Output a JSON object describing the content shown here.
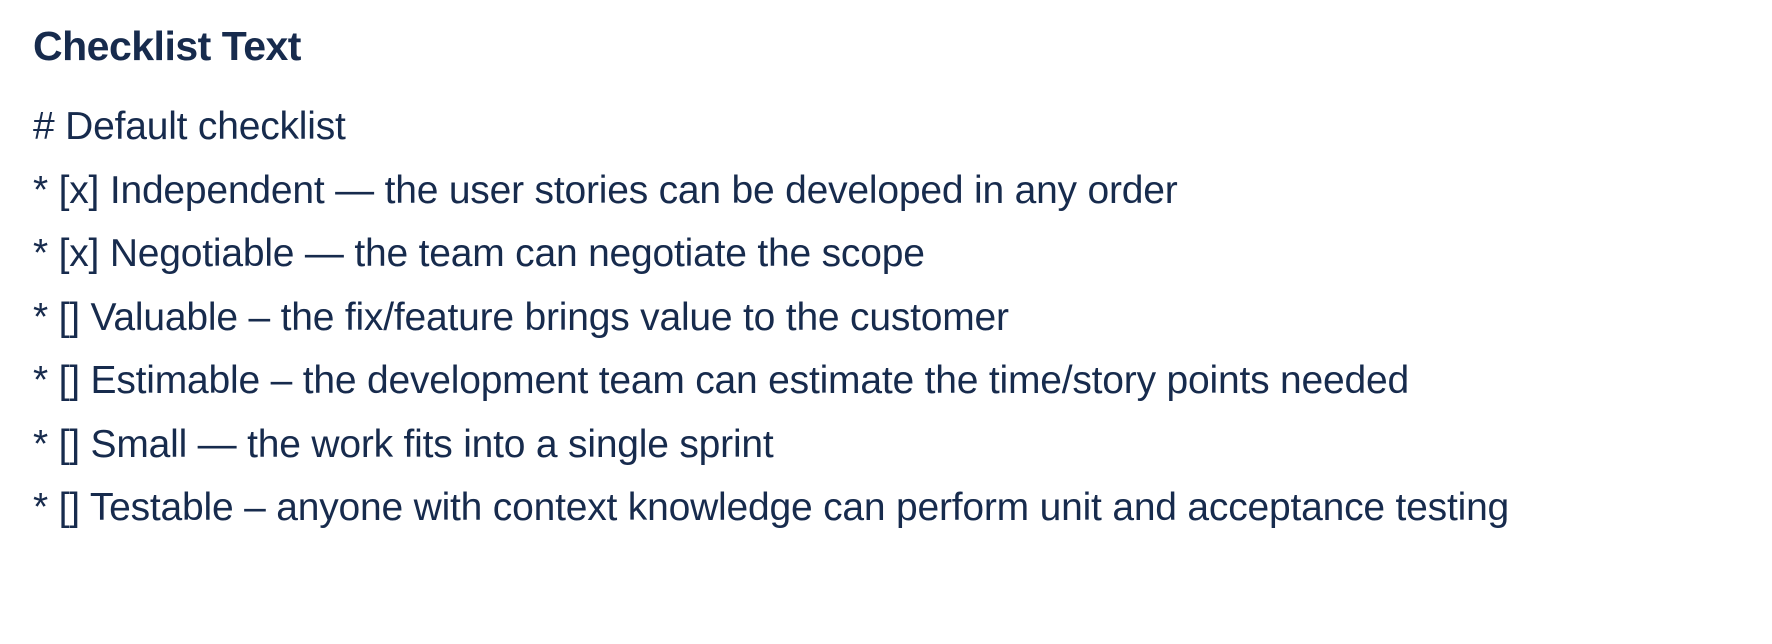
{
  "colors": {
    "text": "#172B4D",
    "background": "#FFFFFF"
  },
  "header": {
    "title": "Checklist Text"
  },
  "checklist": {
    "lines": [
      "# Default checklist",
      "* [x] Independent — the user stories can be developed in any order",
      "* [x] Negotiable — the team can negotiate the scope",
      "* [] Valuable – the fix/feature brings value to the customer",
      "* [] Estimable – the development team can estimate the time/story points needed",
      "* [] Small — the work fits into a single sprint",
      "* [] Testable – anyone with context knowledge can perform unit and acceptance testing"
    ]
  }
}
